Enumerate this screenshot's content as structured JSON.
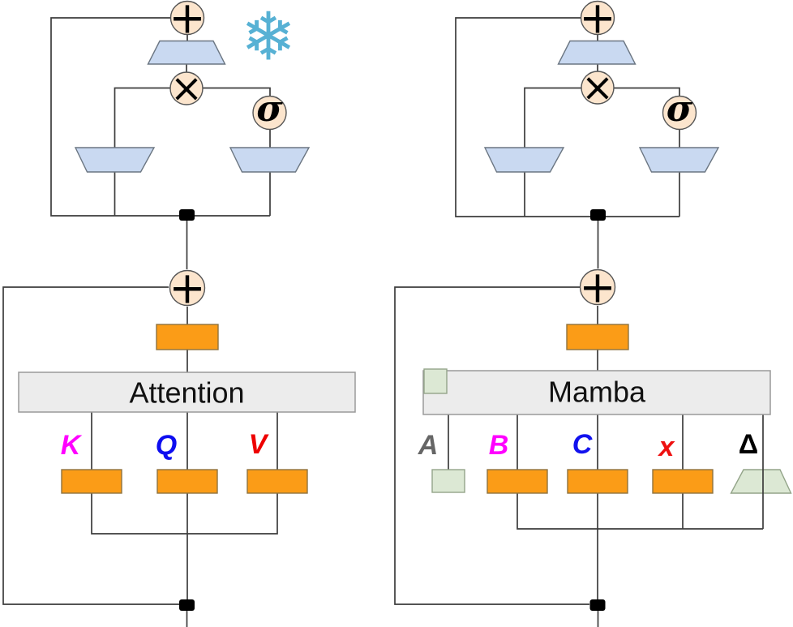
{
  "left_block": {
    "type_label": "Attention",
    "frozen_icon_glyph": "❄",
    "ops": {
      "mlp_add": "+",
      "mlp_multiply": "×",
      "mlp_gate": "σ",
      "residual_add": "+"
    },
    "branches": [
      {
        "label": "K",
        "color": "#ff00ff"
      },
      {
        "label": "Q",
        "color": "#0d0df0"
      },
      {
        "label": "V",
        "color": "#ee0000"
      }
    ]
  },
  "right_block": {
    "type_label": "Mamba",
    "ops": {
      "mlp_add": "+",
      "mlp_multiply": "×",
      "mlp_gate": "σ",
      "residual_add": "+"
    },
    "branches": [
      {
        "label": "A",
        "color": "#666666"
      },
      {
        "label": "B",
        "color": "#ff00ff"
      },
      {
        "label": "C",
        "color": "#1212ee"
      },
      {
        "label": "x",
        "color": "#ee1111"
      },
      {
        "label": "Δ",
        "color": "#000000"
      }
    ]
  },
  "colors": {
    "op_circle_fill": "#fce5cd",
    "op_circle_stroke": "#555555",
    "blue_trapezoid_fill": "#c9d9f1",
    "blue_trapezoid_stroke": "#6b7682",
    "orange_fill": "#fb9c17",
    "orange_stroke": "#8e7340",
    "block_box_fill": "#ececec",
    "block_box_stroke": "#9a9a9a",
    "green_fill": "#dce8d4",
    "green_stroke": "#93a489",
    "line_stroke": "#3c3c3c",
    "snowflake_color": "#57b1d4",
    "connector_node_fill": "#000000",
    "block_label_color": "#111111"
  }
}
